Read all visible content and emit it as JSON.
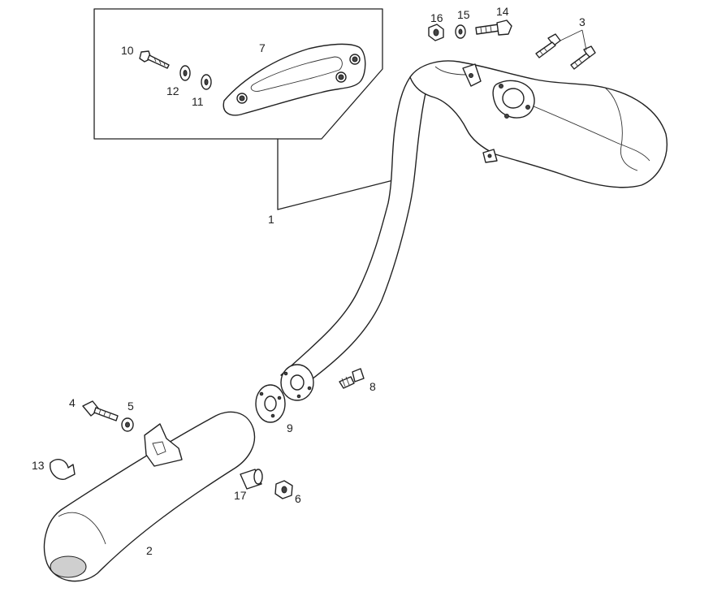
{
  "callouts": [
    {
      "id": "c1",
      "text": "1"
    },
    {
      "id": "c2",
      "text": "2"
    },
    {
      "id": "c3",
      "text": "3"
    },
    {
      "id": "c4",
      "text": "4"
    },
    {
      "id": "c5",
      "text": "5"
    },
    {
      "id": "c6",
      "text": "6"
    },
    {
      "id": "c7",
      "text": "7"
    },
    {
      "id": "c8",
      "text": "8"
    },
    {
      "id": "c9",
      "text": "9"
    },
    {
      "id": "c10",
      "text": "10"
    },
    {
      "id": "c11",
      "text": "11"
    },
    {
      "id": "c12",
      "text": "12"
    },
    {
      "id": "c13",
      "text": "13"
    },
    {
      "id": "c14",
      "text": "14"
    },
    {
      "id": "c15",
      "text": "15"
    },
    {
      "id": "c16",
      "text": "16"
    },
    {
      "id": "c17",
      "text": "17"
    }
  ],
  "colors": {
    "line": "#222222",
    "background": "#ffffff"
  }
}
